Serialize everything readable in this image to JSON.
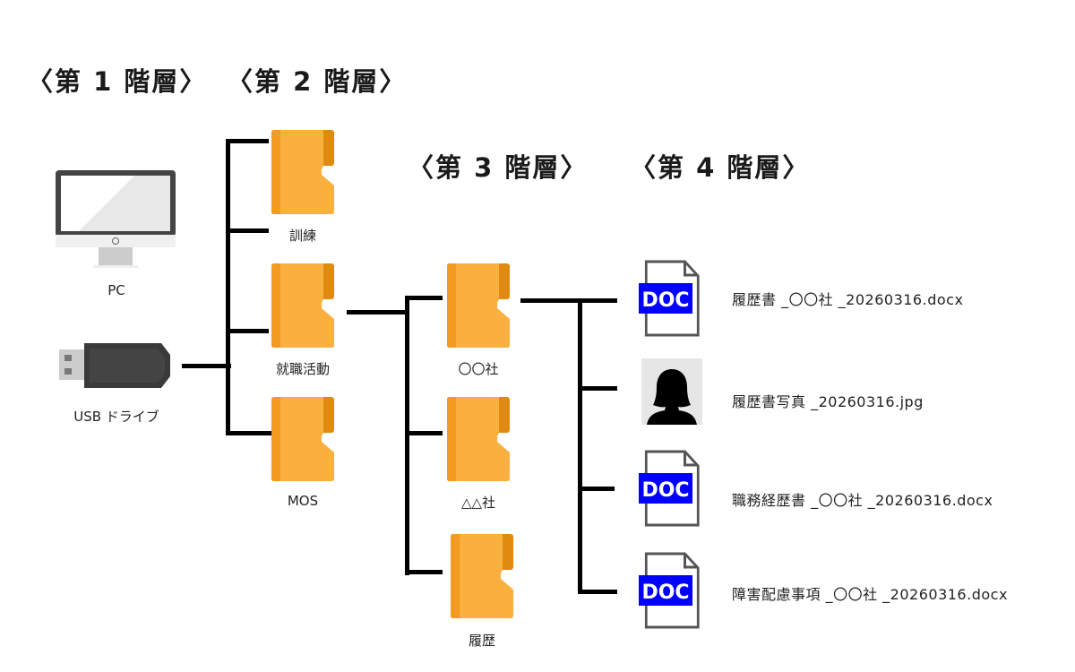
{
  "headings": {
    "level1": "〈第 1 階層〉",
    "level2": "〈第 2 階層〉",
    "level3": "〈第 3 階層〉",
    "level4": "〈第 4 階層〉"
  },
  "level1": {
    "pc_label": "PC",
    "usb_label": "USB ドライブ"
  },
  "level2": {
    "folders": [
      "訓練",
      "就職活動",
      "MOS"
    ]
  },
  "level3": {
    "folders": [
      "〇〇社",
      "△△社",
      "履歴"
    ]
  },
  "level4": {
    "doc_badge": "DOC",
    "files": [
      {
        "icon": "doc-file-icon",
        "name": "履歴書 _〇〇社 _20260316.docx"
      },
      {
        "icon": "photo-person-icon",
        "name": "履歴書写真 _20260316.jpg"
      },
      {
        "icon": "doc-file-icon",
        "name": "職務経歴書 _〇〇社 _20260316.docx"
      },
      {
        "icon": "doc-file-icon",
        "name": "障害配慮事項 _〇〇社 _20260316.docx"
      }
    ]
  },
  "colors": {
    "folder_main": "#F9B03F",
    "folder_spine": "#F29A22",
    "folder_tab": "#E08A10",
    "doc_badge": "#0000FF",
    "line": "#000000"
  }
}
